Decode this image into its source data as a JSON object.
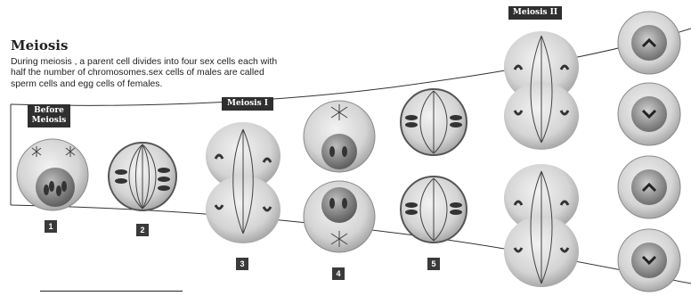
{
  "heading": {
    "title": "Meiosis",
    "description": "During meiosis , a parent cell divides into four sex cells each with half the number of chromosomes.sex cells of males are called sperm cells and egg cells of females."
  },
  "stage_labels": {
    "before": "Before Meiosis",
    "meiosis_1": "Meiosis I",
    "meiosis_2": "Meiosis II"
  },
  "steps": [
    "1",
    "2",
    "3",
    "4",
    "5"
  ],
  "colors": {
    "cell_fill": "#d8d8d8",
    "cell_edge": "#8a8a8a",
    "nucleus": "#7a7a7a",
    "label_bg": "#2f2f2f"
  }
}
